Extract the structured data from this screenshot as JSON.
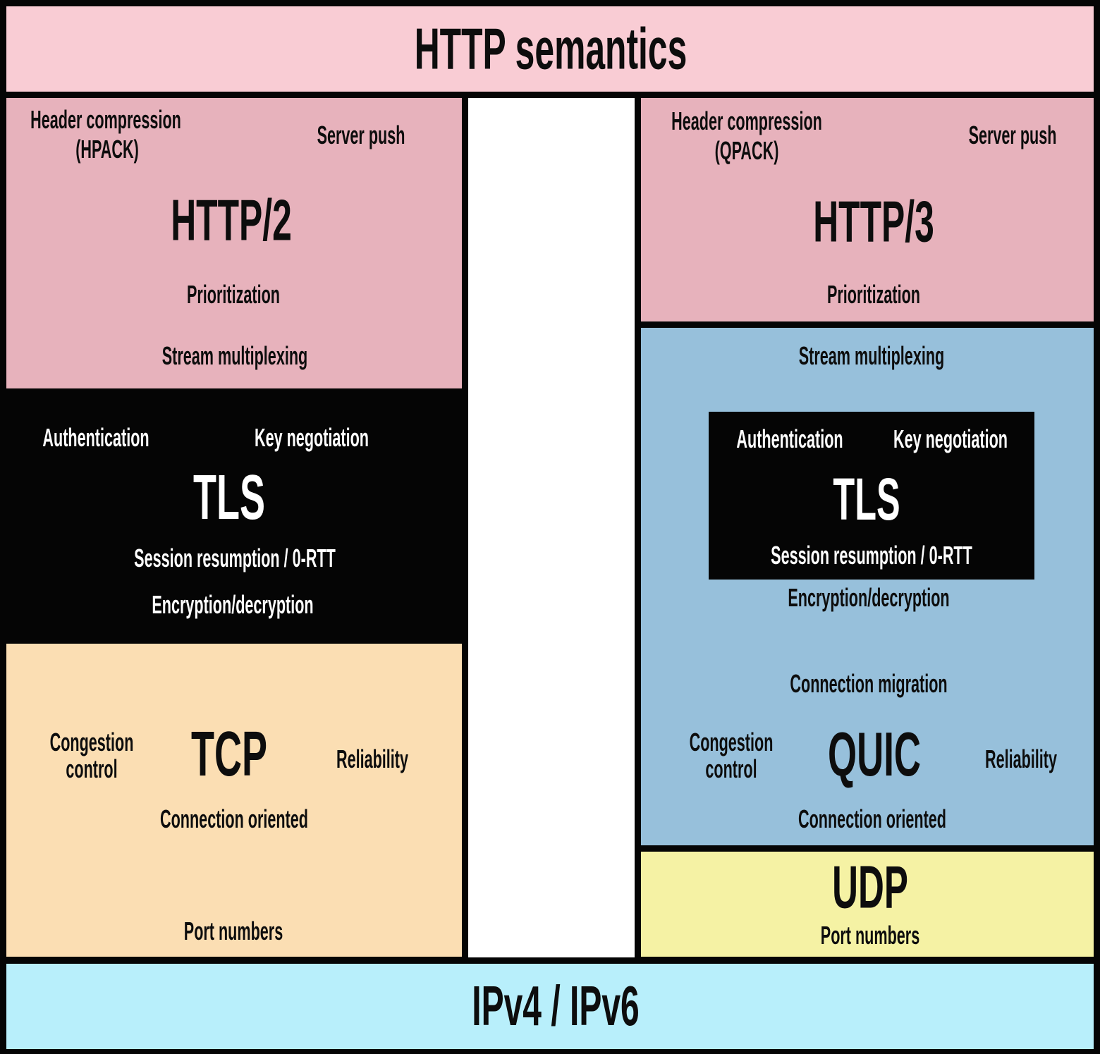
{
  "colors": {
    "border_black": "#050505",
    "banner_pink": "#f9ccd4",
    "http_box_pink": "#e7b2bc",
    "tls_black": "#050505",
    "tcp_orange": "#fbdeb3",
    "quic_blue": "#97c0db",
    "udp_yellow": "#f5f2a4",
    "ip_cyan": "#b8effb",
    "gap_white": "#ffffff",
    "text_dark": "#0d0d0d",
    "text_light": "#ffffff"
  },
  "top_banner": {
    "title": "HTTP semantics"
  },
  "http2": {
    "header_compression": "Header compression",
    "codec": "(HPACK)",
    "server_push": "Server push",
    "title": "HTTP/2",
    "prioritization": "Prioritization",
    "stream_multiplexing": "Stream multiplexing"
  },
  "tls_left": {
    "authentication": "Authentication",
    "key_negotiation": "Key negotiation",
    "title": "TLS",
    "session_resumption": "Session resumption / 0-RTT",
    "encryption": "Encryption/decryption"
  },
  "tcp": {
    "congestion_control": "Congestion control",
    "title": "TCP",
    "reliability": "Reliability",
    "connection_oriented": "Connection oriented",
    "port_numbers": "Port numbers"
  },
  "http3": {
    "header_compression": "Header compression",
    "codec": "(QPACK)",
    "server_push": "Server push",
    "title": "HTTP/3",
    "prioritization": "Prioritization"
  },
  "quic": {
    "stream_multiplexing": "Stream multiplexing",
    "tls": {
      "authentication": "Authentication",
      "key_negotiation": "Key negotiation",
      "title": "TLS",
      "session_resumption": "Session resumption / 0-RTT"
    },
    "encryption": "Encryption/decryption",
    "connection_migration": "Connection migration",
    "congestion_control": "Congestion control",
    "title": "QUIC",
    "reliability": "Reliability",
    "connection_oriented": "Connection oriented"
  },
  "udp": {
    "title": "UDP",
    "port_numbers": "Port numbers"
  },
  "bottom_banner": {
    "title": "IPv4 / IPv6"
  }
}
